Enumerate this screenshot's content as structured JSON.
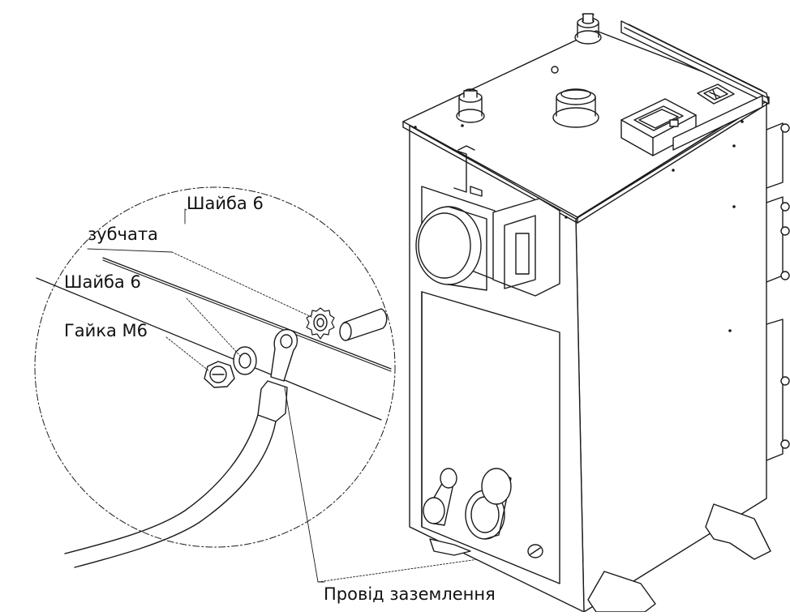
{
  "labels": {
    "washer_toothed_line1": "Шайба 6",
    "washer_toothed_line2": "зубчата",
    "washer": "Шайба 6",
    "nut": "Гайка М6",
    "ground_wire": "Провід заземлення"
  }
}
